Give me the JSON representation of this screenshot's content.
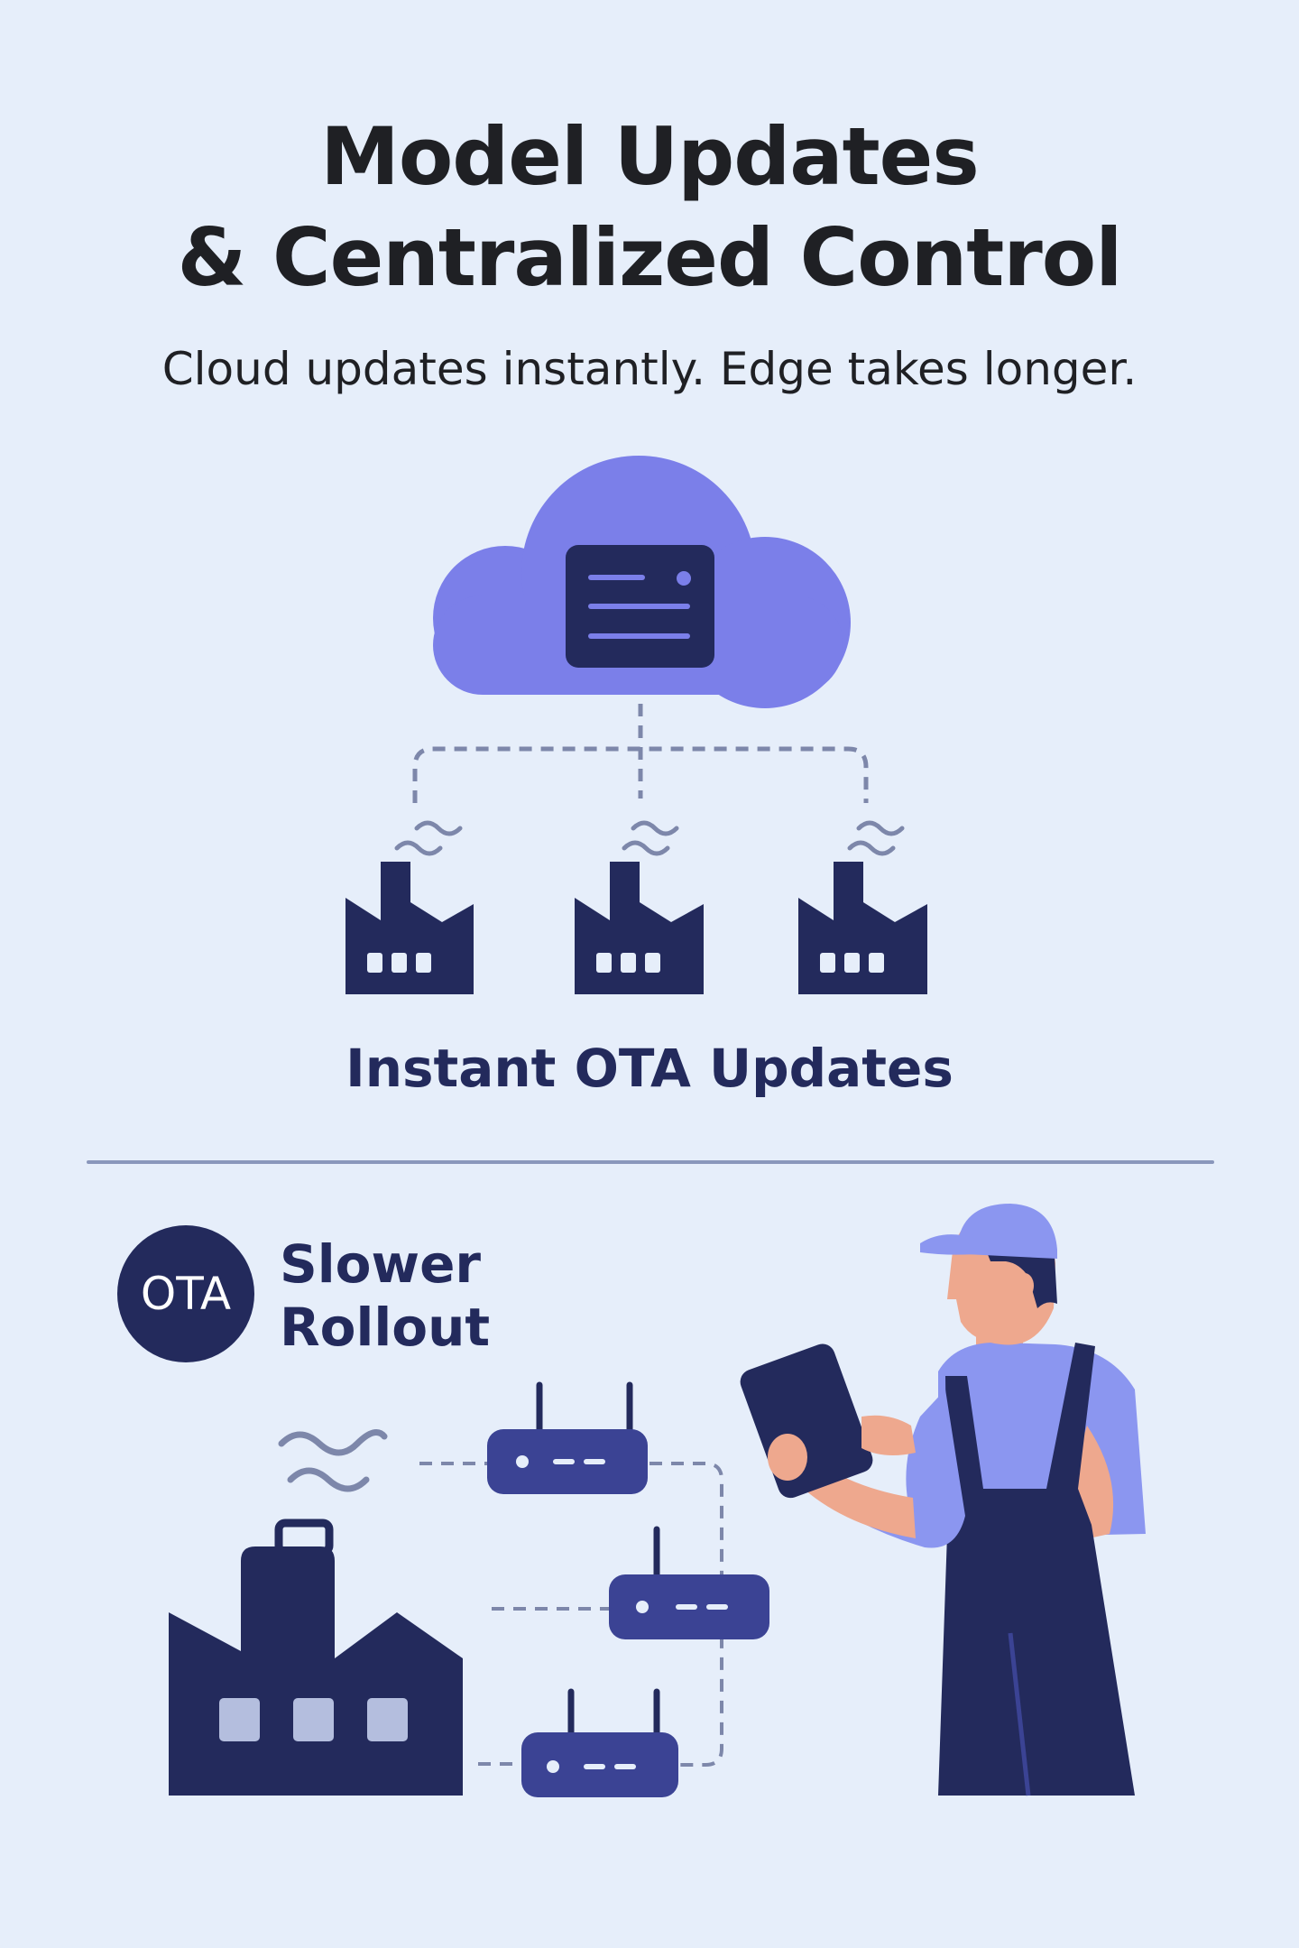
{
  "header": {
    "title_line1": "Model Updates",
    "title_line2": "& Centralized Control",
    "subtitle": "Cloud updates instantly. Edge takes longer."
  },
  "cloud_section": {
    "label": "Instant OTA Updates",
    "icons": [
      "cloud-icon",
      "server-icon",
      "factory-icon",
      "signal-icon"
    ]
  },
  "edge_section": {
    "badge": "OTA",
    "label_line1": "Slower",
    "label_line2": "Rollout",
    "icons": [
      "factory-icon",
      "router-icon",
      "worker-with-tablet-icon",
      "signal-icon"
    ]
  },
  "colors": {
    "background": "#e6eefa",
    "navy": "#232a5c",
    "cloud": "#7b7fe9",
    "router": "#3b4394",
    "dash": "#7d87aa",
    "skin": "#eea88e",
    "shirt": "#8b96f0"
  }
}
